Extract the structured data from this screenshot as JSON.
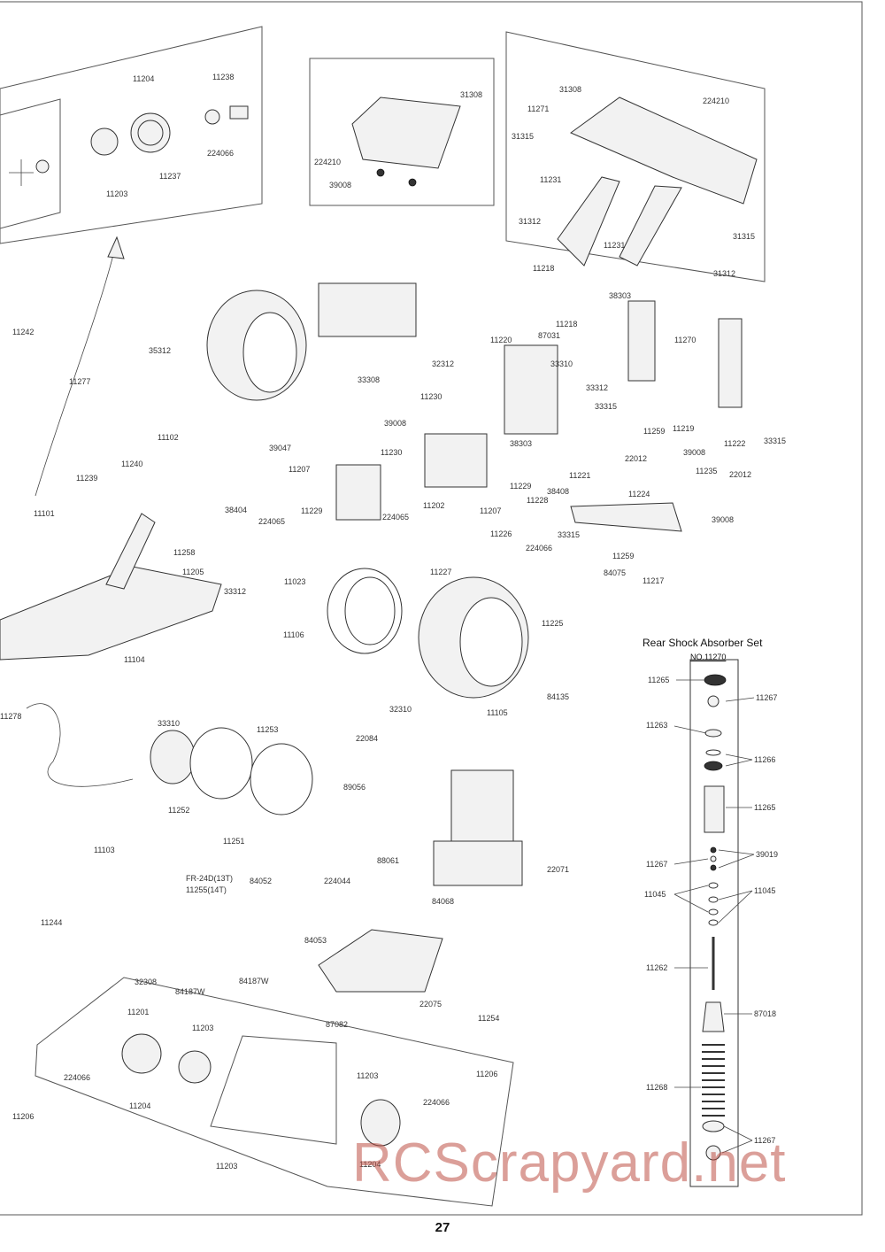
{
  "page": {
    "number": "27",
    "watermark": "RCScrapyard.net"
  },
  "shock_set": {
    "title": "Rear Shock Absorber Set",
    "number": "NO.11270",
    "parts": [
      "11265",
      "11267",
      "11263",
      "11266",
      "11265",
      "11267",
      "39019",
      "11045",
      "11045",
      "11262",
      "87018",
      "11268",
      "11267"
    ]
  },
  "labels": {
    "top_left_panel": [
      "11204",
      "11238",
      "11237",
      "224066",
      "11203"
    ],
    "body_mount_panel": [
      "31308",
      "224210",
      "39008"
    ],
    "wing_panel": [
      "31308",
      "224210",
      "11271",
      "31315",
      "11231",
      "31312",
      "11231",
      "31315",
      "31312"
    ],
    "chassis_left": [
      "11242",
      "11277",
      "35312",
      "11102",
      "11240",
      "11239",
      "11101",
      "11258",
      "11205",
      "33312",
      "11104",
      "11106",
      "11023",
      "224065",
      "38404"
    ],
    "center": [
      "33308",
      "39008",
      "11230",
      "39047",
      "11207",
      "11229",
      "224065",
      "11202",
      "11207",
      "11230",
      "32312",
      "11220",
      "87031",
      "33310",
      "33312",
      "33315",
      "38303",
      "11218",
      "11218",
      "38303",
      "11270",
      "11219",
      "33315",
      "11259",
      "11222",
      "39008",
      "22012",
      "11235",
      "22012",
      "11221",
      "11224",
      "11229",
      "38408",
      "11228",
      "33315",
      "39008",
      "11226",
      "224066",
      "11227",
      "11259",
      "84075",
      "11217",
      "11225",
      "11105",
      "84135"
    ],
    "engine_area": [
      "33310",
      "11253",
      "32310",
      "22084",
      "11252",
      "89056",
      "11251",
      "11103",
      "11244",
      "11278",
      "FR-24D(13T)",
      "11255(14T)",
      "84052",
      "224044",
      "88061",
      "22071",
      "84053",
      "84068",
      "32308",
      "84187W",
      "84187W",
      "22075",
      "11254",
      "87082"
    ],
    "bottom_panel": [
      "11201",
      "11203",
      "224066",
      "11204",
      "11206",
      "11203",
      "224066",
      "11204",
      "11206",
      "11203"
    ]
  }
}
